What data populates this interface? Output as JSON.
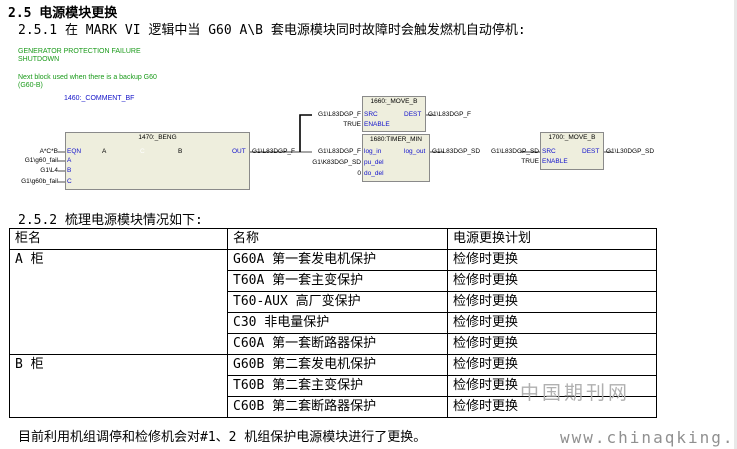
{
  "section_title": "2.5 电源模块更换",
  "subsection_1": "2.5.1 在 MARK VI 逻辑中当 G60 A\\B 套电源模块同时故障时会触发燃机自动停机:",
  "diagram": {
    "comment_1": "GENERATOR PROTECTION FAILURE",
    "comment_2": "SHUTDOWN",
    "comment_3": "Next block used when there is a backup G60",
    "comment_4": "(G60-B)",
    "comment_5": "1460:_COMMENT_BF",
    "beng": {
      "title": "1470:_BENG",
      "pin_eqn": "EQN",
      "pin_a": "A",
      "pin_b": "B",
      "pin_c": "C",
      "pin_out": "OUT",
      "contact_a": "A",
      "contact_c": "C",
      "contact_b": "B",
      "in_eqn": "A*C*B",
      "in_a": "G1\\g60_fail",
      "in_b": "G1\\L4",
      "in_c": "G1\\g60b_fail",
      "out": "G1\\L83DGP_F"
    },
    "move1": {
      "title": "1660:_MOVE_B",
      "pin_src": "SRC",
      "pin_dest": "DEST",
      "pin_enable": "ENABLE",
      "in_src": "G1\\L83DGP_F",
      "in_enable": "TRUE",
      "out": "G1\\L83DGP_F"
    },
    "timer": {
      "title": "1680:TIMER_MIN",
      "pin_login": "log_in",
      "pin_logout": "log_out",
      "pin_pudel": "pu_del",
      "pin_dodel": "do_del",
      "in_login": "G1\\L83DGP_F",
      "in_pudel": "G1\\K83DGP_SD",
      "in_dodel": "0",
      "out": "G1\\L83DGP_SD"
    },
    "move2": {
      "title": "1700:_MOVE_B",
      "pin_src": "SRC",
      "pin_dest": "DEST",
      "pin_enable": "ENABLE",
      "in_src": "G1\\L83DGP_SD",
      "in_enable": "TRUE",
      "out": "G1\\L30DGP_SD"
    }
  },
  "subsection_2": "2.5.2 梳理电源模块情况如下:",
  "table": {
    "headers": [
      "柜名",
      "名称",
      "电源更换计划"
    ],
    "cabinet_a": "A 柜",
    "cabinet_b": "B 柜",
    "rows_a": [
      {
        "name": "G60A 第一套发电机保护",
        "plan": "检修时更换"
      },
      {
        "name": "T60A 第一套主变保护",
        "plan": "检修时更换"
      },
      {
        "name": "T60-AUX 高厂变保护",
        "plan": "检修时更换"
      },
      {
        "name": "C30 非电量保护",
        "plan": "检修时更换"
      },
      {
        "name": "C60A 第一套断路器保护",
        "plan": "检修时更换"
      }
    ],
    "rows_b": [
      {
        "name": "G60B 第二套发电机保护",
        "plan": "检修时更换"
      },
      {
        "name": "T60B 第二套主变保护",
        "plan": "检修时更换"
      },
      {
        "name": "C60B 第二套断路器保护",
        "plan": "检修时更换"
      }
    ]
  },
  "footer": "目前利用机组调停和检修机会对#1、2 机组保护电源模块进行了更换。",
  "watermark_1": "中国期刊网",
  "watermark_2": "www.chinaqking.com"
}
